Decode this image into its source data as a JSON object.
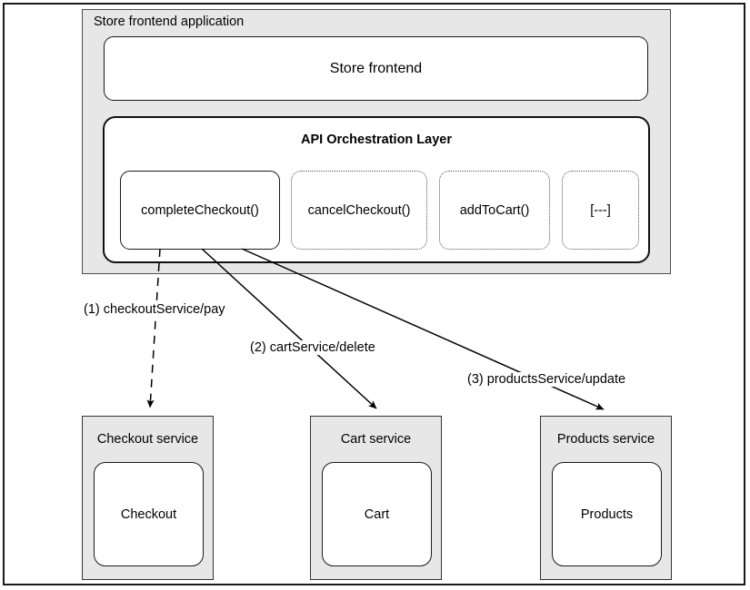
{
  "diagram": {
    "application": {
      "title": "Store frontend application",
      "frontend_box": {
        "label": "Store frontend"
      },
      "orchestration_layer": {
        "title": "API Orchestration Layer",
        "methods": [
          {
            "label": "completeCheckout()",
            "style": "solid",
            "active": true
          },
          {
            "label": "cancelCheckout()",
            "style": "dotted",
            "active": false
          },
          {
            "label": "addToCart()",
            "style": "dotted",
            "active": false
          },
          {
            "label": "[---]",
            "style": "dotted",
            "active": false
          }
        ]
      }
    },
    "calls": [
      {
        "order": "(1)",
        "label": "(1) checkoutService/pay",
        "line": "dashed",
        "target": "Checkout service"
      },
      {
        "order": "(2)",
        "label": "(2) cartService/delete",
        "line": "solid",
        "target": "Cart service"
      },
      {
        "order": "(3)",
        "label": "(3) productsService/update",
        "line": "solid",
        "target": "Products service"
      }
    ],
    "services": [
      {
        "title": "Checkout service",
        "inner_label": "Checkout"
      },
      {
        "title": "Cart service",
        "inner_label": "Cart"
      },
      {
        "title": "Products service",
        "inner_label": "Products"
      }
    ],
    "colors": {
      "panel_fill": "#e7e7e7",
      "box_fill": "#ffffff",
      "stroke": "#1a1a1a",
      "dotted_stroke": "#555555",
      "page_background": "#ffffff"
    }
  }
}
